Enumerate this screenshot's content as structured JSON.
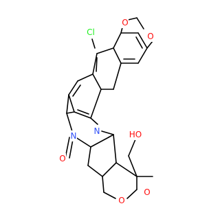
{
  "colors": {
    "background": "#ffffff",
    "bond": "#000000",
    "O": "#ff0d0d",
    "N": "#3050f8",
    "Cl": "#1ff01f",
    "C": "#000000"
  },
  "atoms": {
    "cl": {
      "text": "Cl",
      "element": "Cl"
    },
    "o_diox_left": {
      "text": "O",
      "element": "O"
    },
    "o_diox_right": {
      "text": "O",
      "element": "O"
    },
    "n_quinoline": {
      "text": "N",
      "element": "N"
    },
    "n_lactam": {
      "text": "N",
      "element": "N"
    },
    "o_ketone": {
      "text": "O",
      "element": "O"
    },
    "o_ring": {
      "text": "O",
      "element": "O"
    },
    "o_lactone": {
      "text": "O",
      "element": "O"
    },
    "oh": {
      "text": "HO",
      "element": "O"
    }
  }
}
